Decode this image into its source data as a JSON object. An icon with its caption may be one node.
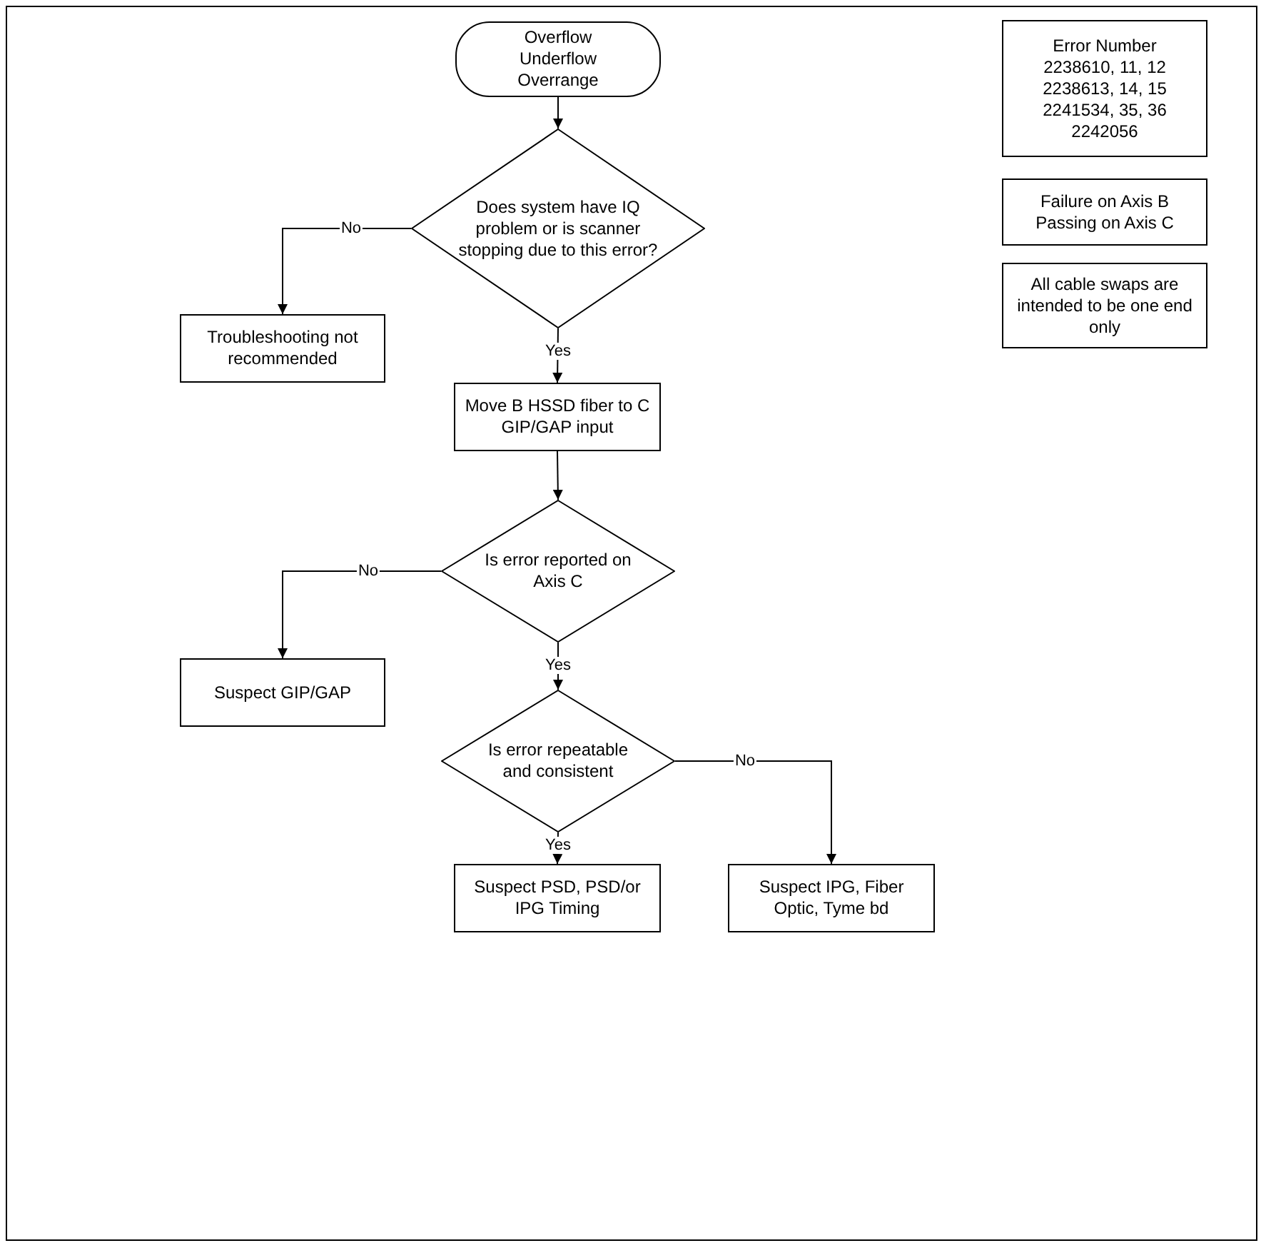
{
  "diagram": {
    "nodes": [
      {
        "text": [
          "Overflow Underflow Overrange"
        ]
      },
      {
        "text": [
          "Does system have IQ problem or is scanner stopping due to this error?"
        ]
      },
      {
        "text": [
          "Troubleshooting not recommended"
        ]
      },
      {
        "text": [
          "Move B HSSD fiber to C GIP/GAP input"
        ]
      },
      {
        "text": [
          "Is error reported on Axis C"
        ]
      },
      {
        "text": [
          "Suspect GIP/GAP"
        ]
      },
      {
        "text": [
          "Is error repeatable and consistent"
        ]
      },
      {
        "text": [
          "Suspect PSD, PSD/or IPG Timing"
        ]
      },
      {
        "text": [
          "Suspect IPG, Fiber Optic, Tyme bd"
        ]
      },
      {
        "text": [
          "Error Number",
          "2238610, 11, 12 2238613, 14, 15 2241534, 35, 36 2242056"
        ]
      },
      {
        "text": [
          "Failure on Axis B Passing on Axis C"
        ]
      },
      {
        "text": [
          "All cable swaps are intended to be one end only"
        ]
      }
    ],
    "edges": [
      {
        "from": 0,
        "to": 1,
        "arrow": "to"
      },
      {
        "from": 1,
        "to": 2,
        "arrow": "to",
        "label": "No"
      },
      {
        "from": 1,
        "to": 3,
        "arrow": "to",
        "label": "Yes"
      },
      {
        "from": 3,
        "to": 4,
        "arrow": "to"
      },
      {
        "from": 4,
        "to": 5,
        "arrow": "to",
        "label": "No"
      },
      {
        "from": 4,
        "to": 6,
        "arrow": "to",
        "label": "Yes"
      },
      {
        "from": 6,
        "to": 7,
        "arrow": "to",
        "label": "Yes"
      },
      {
        "from": 6,
        "to": 8,
        "arrow": "to",
        "label": "No"
      }
    ]
  }
}
